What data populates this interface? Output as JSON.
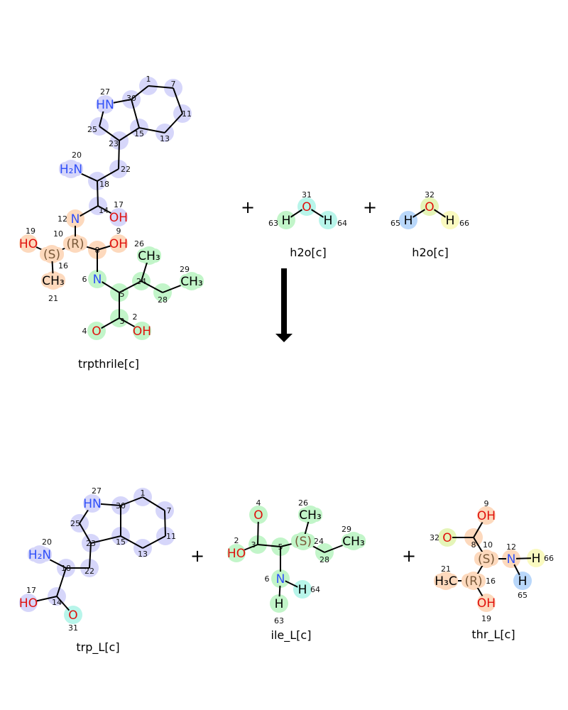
{
  "operators": {
    "plus": "+"
  },
  "colors": {
    "blue": "#d6d6fa",
    "orange": "#fdd9bd",
    "green": "#c2f5c9",
    "cyan": "#b8f5ea",
    "lime": "#e5f5b8",
    "lightblue": "#b9d7fa",
    "yellow": "#fafac0",
    "N": "#3050f8",
    "O": "#e0100c"
  },
  "molecules": [
    {
      "id": "trpthrile",
      "name": "trpthrile[c]",
      "atoms": [
        {
          "n": "1",
          "label": "",
          "hl": "#d6d6fa"
        },
        {
          "n": "7",
          "label": "",
          "hl": "#d6d6fa"
        },
        {
          "n": "11",
          "label": "",
          "hl": "#d6d6fa"
        },
        {
          "n": "13",
          "label": "",
          "hl": "#d6d6fa"
        },
        {
          "n": "15",
          "label": "",
          "hl": "#d6d6fa"
        },
        {
          "n": "30",
          "label": "",
          "hl": "#d6d6fa"
        },
        {
          "n": "27",
          "label": "HN",
          "hl": "#d6d6fa"
        },
        {
          "n": "25",
          "label": "",
          "hl": "#d6d6fa"
        },
        {
          "n": "23",
          "label": "",
          "hl": "#d6d6fa"
        },
        {
          "n": "22",
          "label": "",
          "hl": "#d6d6fa"
        },
        {
          "n": "18",
          "label": "",
          "hl": "#d6d6fa"
        },
        {
          "n": "20",
          "label": "H₂N",
          "hl": "#d6d6fa"
        },
        {
          "n": "14",
          "label": "",
          "hl": "#d6d6fa"
        },
        {
          "n": "17",
          "label": "OH",
          "hl": "#d6d6fa"
        },
        {
          "n": "12",
          "label": "N",
          "hl": "#fdd9bd"
        },
        {
          "n": "10",
          "label": "(R)",
          "hl": "#fdd9bd"
        },
        {
          "n": "19",
          "label": "HO",
          "hl": "#fdd9bd"
        },
        {
          "n": "16",
          "label": "(S)",
          "hl": "#fdd9bd"
        },
        {
          "n": "21",
          "label": "CH₃",
          "hl": "#fdd9bd"
        },
        {
          "n": "8",
          "label": "",
          "hl": "#fdd9bd"
        },
        {
          "n": "9",
          "label": "OH",
          "hl": "#fdd9bd"
        },
        {
          "n": "6",
          "label": "N",
          "hl": "#c2f5c9"
        },
        {
          "n": "5",
          "label": "",
          "hl": "#c2f5c9"
        },
        {
          "n": "24",
          "label": "",
          "hl": "#c2f5c9"
        },
        {
          "n": "26",
          "label": "CH₃",
          "hl": "#c2f5c9"
        },
        {
          "n": "28",
          "label": "",
          "hl": "#c2f5c9"
        },
        {
          "n": "29",
          "label": "CH₃",
          "hl": "#c2f5c9"
        },
        {
          "n": "3",
          "label": "",
          "hl": "#c2f5c9"
        },
        {
          "n": "4",
          "label": "O",
          "hl": "#c2f5c9"
        },
        {
          "n": "2",
          "label": "OH",
          "hl": "#c2f5c9"
        }
      ]
    },
    {
      "id": "h2o_a",
      "name": "h2o[c]",
      "atoms": [
        {
          "n": "31",
          "label": "O",
          "hl": "#b8f5ea"
        },
        {
          "n": "63",
          "label": "H",
          "hl": "#c2f5c9"
        },
        {
          "n": "64",
          "label": "H",
          "hl": "#b8f5ea"
        }
      ]
    },
    {
      "id": "h2o_b",
      "name": "h2o[c]",
      "atoms": [
        {
          "n": "32",
          "label": "O",
          "hl": "#e5f5b8"
        },
        {
          "n": "65",
          "label": "H",
          "hl": "#b9d7fa"
        },
        {
          "n": "66",
          "label": "H",
          "hl": "#fafac0"
        }
      ]
    },
    {
      "id": "trp",
      "name": "trp_L[c]",
      "atoms": [
        {
          "n": "1",
          "label": "",
          "hl": "#d6d6fa"
        },
        {
          "n": "7",
          "label": "",
          "hl": "#d6d6fa"
        },
        {
          "n": "11",
          "label": "",
          "hl": "#d6d6fa"
        },
        {
          "n": "13",
          "label": "",
          "hl": "#d6d6fa"
        },
        {
          "n": "15",
          "label": "",
          "hl": "#d6d6fa"
        },
        {
          "n": "30",
          "label": "",
          "hl": "#d6d6fa"
        },
        {
          "n": "27",
          "label": "HN",
          "hl": "#d6d6fa"
        },
        {
          "n": "25",
          "label": "",
          "hl": "#d6d6fa"
        },
        {
          "n": "23",
          "label": "",
          "hl": "#d6d6fa"
        },
        {
          "n": "22",
          "label": "",
          "hl": "#d6d6fa"
        },
        {
          "n": "18",
          "label": "",
          "hl": "#d6d6fa"
        },
        {
          "n": "20",
          "label": "H₂N",
          "hl": "#d6d6fa"
        },
        {
          "n": "14",
          "label": "",
          "hl": "#d6d6fa"
        },
        {
          "n": "17",
          "label": "HO",
          "hl": "#d6d6fa"
        },
        {
          "n": "31",
          "label": "O",
          "hl": "#b8f5ea"
        }
      ]
    },
    {
      "id": "ile",
      "name": "ile_L[c]",
      "atoms": [
        {
          "n": "4",
          "label": "O",
          "hl": "#c2f5c9"
        },
        {
          "n": "3",
          "label": "",
          "hl": "#c2f5c9"
        },
        {
          "n": "2",
          "label": "HO",
          "hl": "#c2f5c9"
        },
        {
          "n": "5",
          "label": "",
          "hl": "#c2f5c9"
        },
        {
          "n": "24",
          "label": "(S)",
          "hl": "#c2f5c9"
        },
        {
          "n": "26",
          "label": "CH₃",
          "hl": "#c2f5c9"
        },
        {
          "n": "28",
          "label": "",
          "hl": "#c2f5c9"
        },
        {
          "n": "29",
          "label": "CH₃",
          "hl": "#c2f5c9"
        },
        {
          "n": "6",
          "label": "N",
          "hl": "#c2f5c9"
        },
        {
          "n": "63",
          "label": "H",
          "hl": "#c2f5c9"
        },
        {
          "n": "64",
          "label": "H",
          "hl": "#b8f5ea"
        }
      ]
    },
    {
      "id": "thr",
      "name": "thr_L[c]",
      "atoms": [
        {
          "n": "9",
          "label": "OH",
          "hl": "#fdd9bd"
        },
        {
          "n": "8",
          "label": "",
          "hl": "#fdd9bd"
        },
        {
          "n": "32",
          "label": "O",
          "hl": "#e5f5b8"
        },
        {
          "n": "10",
          "label": "(S)",
          "hl": "#fdd9bd"
        },
        {
          "n": "12",
          "label": "N",
          "hl": "#fdd9bd"
        },
        {
          "n": "66",
          "label": "H",
          "hl": "#fafac0"
        },
        {
          "n": "65",
          "label": "H",
          "hl": "#b9d7fa"
        },
        {
          "n": "16",
          "label": "(R)",
          "hl": "#fdd9bd"
        },
        {
          "n": "21",
          "label": "H₃C",
          "hl": "#fdd9bd"
        },
        {
          "n": "19",
          "label": "OH",
          "hl": "#fdd9bd"
        }
      ]
    }
  ]
}
